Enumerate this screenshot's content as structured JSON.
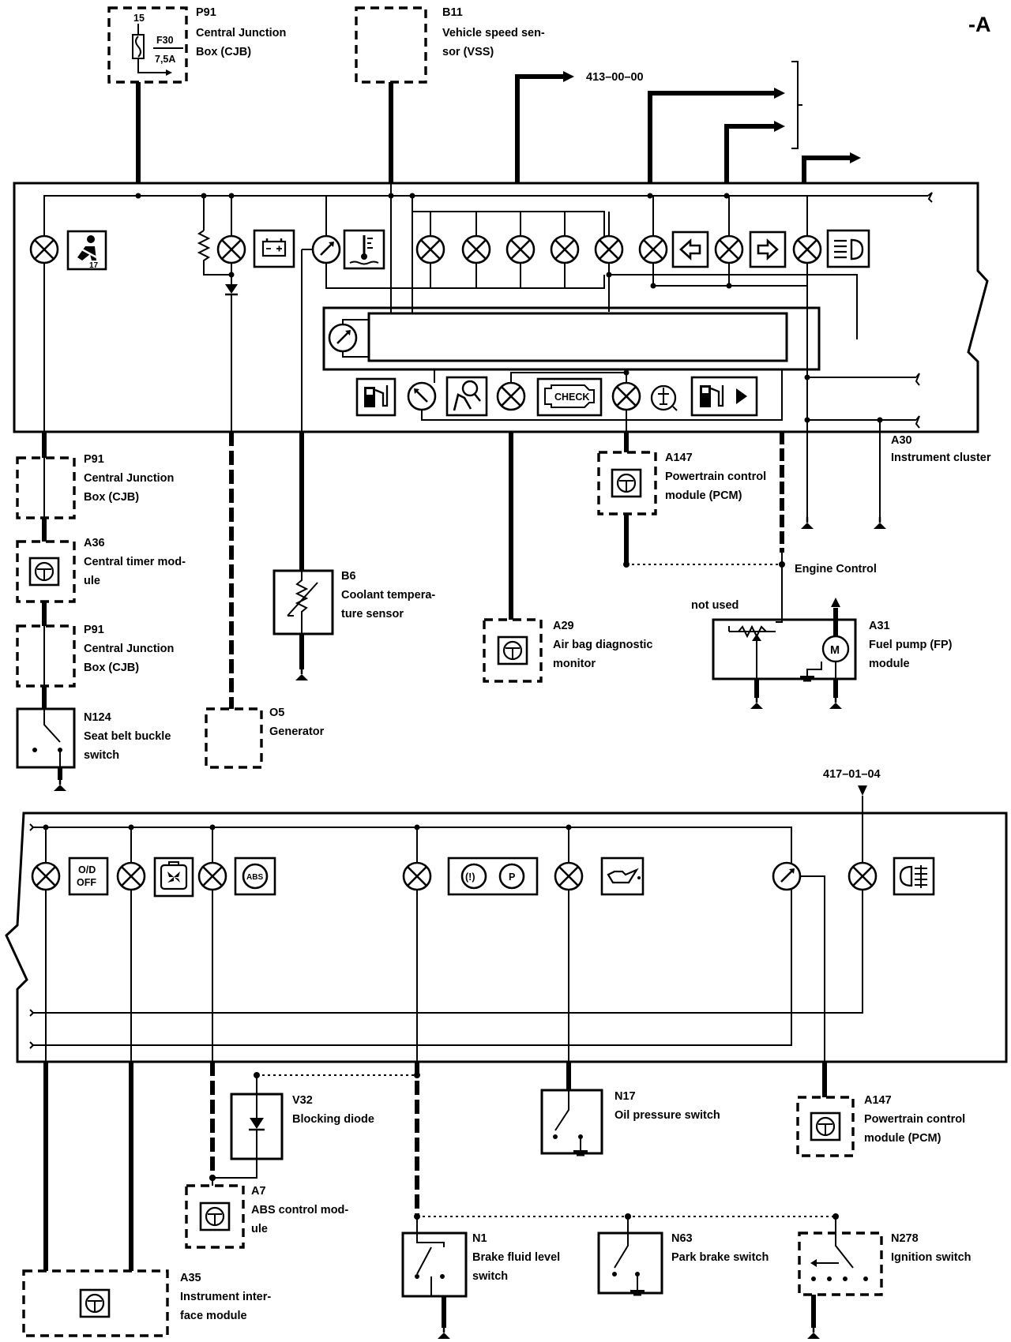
{
  "corner_label": "-A",
  "top": {
    "p91_fuse": {
      "code": "P91",
      "line1": "Central Junction",
      "line2": "Box (CJB)",
      "terminal": "15",
      "fuse": "F30",
      "rating": "7,5A"
    },
    "b11": {
      "code": "B11",
      "line1": "Vehicle speed sen-",
      "line2": "sor (VSS)"
    },
    "ref_413": "413–00–00",
    "a30": {
      "code": "A30",
      "name": "Instrument cluster"
    },
    "p91_a": {
      "code": "P91",
      "line1": "Central Junction",
      "line2": "Box (CJB)"
    },
    "a36": {
      "code": "A36",
      "line1": "Central timer mod-",
      "line2": "ule"
    },
    "p91_b": {
      "code": "P91",
      "line1": "Central Junction",
      "line2": "Box (CJB)"
    },
    "n124": {
      "code": "N124",
      "line1": "Seat belt buckle",
      "line2": "switch"
    },
    "b6": {
      "code": "B6",
      "line1": "Coolant tempera-",
      "line2": "ture sensor"
    },
    "o5": {
      "code": "O5",
      "name": "Generator"
    },
    "a29": {
      "code": "A29",
      "line1": "Air bag diagnostic",
      "line2": "monitor"
    },
    "a147": {
      "code": "A147",
      "line1": "Powertrain control",
      "line2": "module (PCM)"
    },
    "engine_control": "Engine Control",
    "not_used": "not used",
    "a31": {
      "code": "A31",
      "line1": "Fuel pump (FP)",
      "line2": "module"
    },
    "check_icon": "CHECK",
    "motor_letter": "M",
    "seatbelt_num": "17"
  },
  "bottom": {
    "ref_417": "417–01–04",
    "od_line1": "O/D",
    "od_line2": "OFF",
    "abs_icon": "ABS",
    "brake_icon": "(!)",
    "park_icon": "P",
    "v32": {
      "code": "V32",
      "name": "Blocking diode"
    },
    "n17": {
      "code": "N17",
      "name": "Oil pressure switch"
    },
    "a147": {
      "code": "A147",
      "line1": "Powertrain control",
      "line2": "module (PCM)"
    },
    "a7": {
      "code": "A7",
      "line1": "ABS control mod-",
      "line2": "ule"
    },
    "a35": {
      "code": "A35",
      "line1": "Instrument inter-",
      "line2": "face module"
    },
    "n1": {
      "code": "N1",
      "line1": "Brake fluid level",
      "line2": "switch"
    },
    "n63": {
      "code": "N63",
      "name": "Park brake switch"
    },
    "n278": {
      "code": "N278",
      "name": "Ignition switch"
    }
  }
}
